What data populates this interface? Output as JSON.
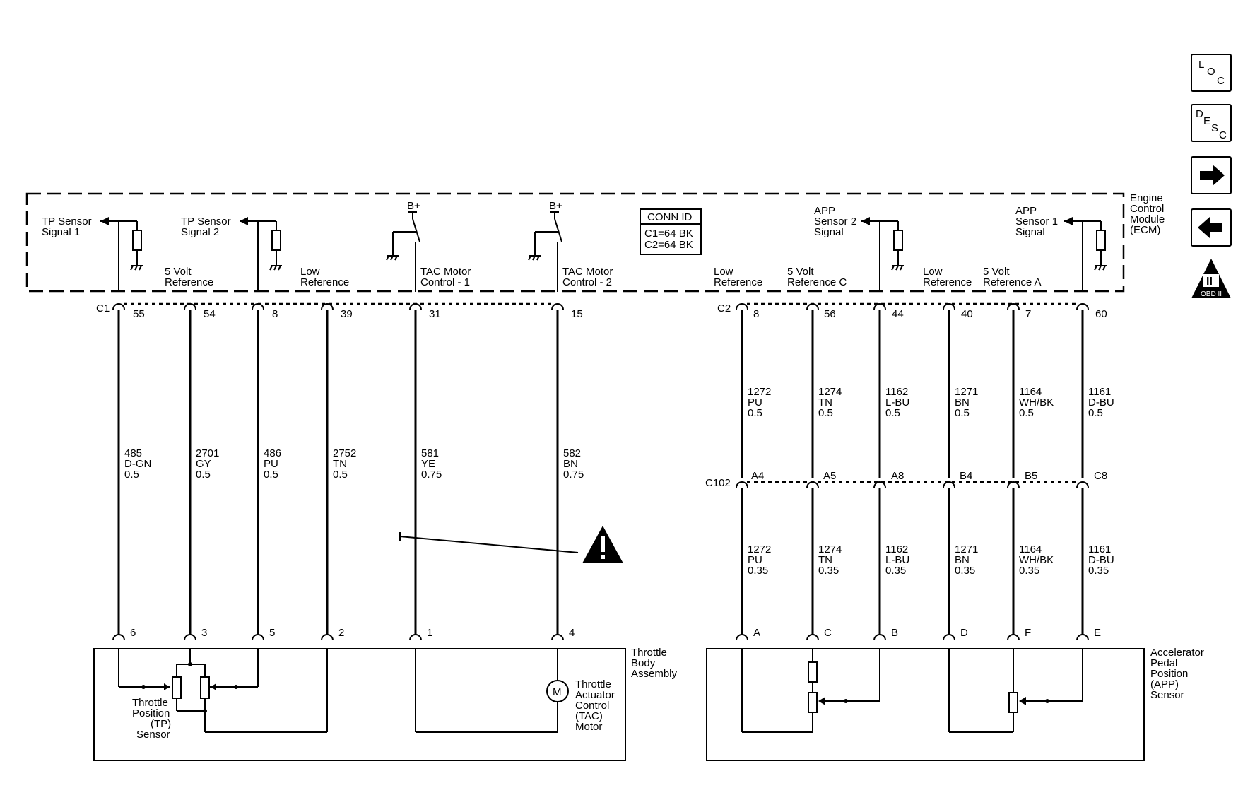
{
  "nav": {
    "loc": [
      "L",
      "O",
      "C"
    ],
    "desc": [
      "D",
      "E",
      "S",
      "C"
    ],
    "obd": {
      "roman": "II",
      "label": "OBD II"
    }
  },
  "ecm": {
    "label": [
      "Engine",
      "Control",
      "Module",
      "(ECM)"
    ]
  },
  "conn_id": {
    "title": "CONN ID",
    "lines": [
      "C1=64 BK",
      "C2=64 BK"
    ]
  },
  "supply": "B+",
  "connectors": {
    "c1": "C1",
    "c2": "C2",
    "c102": "C102"
  },
  "left_circuits": [
    {
      "ecm_label": [
        "TP Sensor",
        "Signal 1"
      ],
      "ecm_pin": "55",
      "wire": [
        "485",
        "D-GN",
        "0.5"
      ],
      "comp_pin": "6"
    },
    {
      "ecm_label": [
        "5 Volt",
        "Reference"
      ],
      "ecm_pin": "54",
      "wire": [
        "2701",
        "GY",
        "0.5"
      ],
      "comp_pin": "3"
    },
    {
      "ecm_label": [
        "TP Sensor",
        "Signal 2"
      ],
      "ecm_pin": "8",
      "wire": [
        "486",
        "PU",
        "0.5"
      ],
      "comp_pin": "5"
    },
    {
      "ecm_label": [
        "Low",
        "Reference"
      ],
      "ecm_pin": "39",
      "wire": [
        "2752",
        "TN",
        "0.5"
      ],
      "comp_pin": "2"
    },
    {
      "ecm_label": [
        "TAC Motor",
        "Control - 1"
      ],
      "ecm_pin": "31",
      "wire": [
        "581",
        "YE",
        "0.75"
      ],
      "comp_pin": "1"
    },
    {
      "ecm_label": [
        "TAC Motor",
        "Control - 2"
      ],
      "ecm_pin": "15",
      "wire": [
        "582",
        "BN",
        "0.75"
      ],
      "comp_pin": "4"
    }
  ],
  "right_circuits": [
    {
      "ecm_label": [
        "Low",
        "Reference"
      ],
      "ecm_pin": "8",
      "wire_upper": [
        "1272",
        "PU",
        "0.5"
      ],
      "c102_pin": "A4",
      "wire_lower": [
        "1272",
        "PU",
        "0.35"
      ],
      "comp_pin": "A"
    },
    {
      "ecm_label": [
        "5 Volt",
        "Reference C"
      ],
      "ecm_pin": "56",
      "wire_upper": [
        "1274",
        "TN",
        "0.5"
      ],
      "c102_pin": "A5",
      "wire_lower": [
        "1274",
        "TN",
        "0.35"
      ],
      "comp_pin": "C"
    },
    {
      "ecm_label": [
        "APP",
        "Sensor 2",
        "Signal"
      ],
      "ecm_pin": "44",
      "wire_upper": [
        "1162",
        "L-BU",
        "0.5"
      ],
      "c102_pin": "A8",
      "wire_lower": [
        "1162",
        "L-BU",
        "0.35"
      ],
      "comp_pin": "B"
    },
    {
      "ecm_label": [
        "Low",
        "Reference"
      ],
      "ecm_pin": "40",
      "wire_upper": [
        "1271",
        "BN",
        "0.5"
      ],
      "c102_pin": "B4",
      "wire_lower": [
        "1271",
        "BN",
        "0.35"
      ],
      "comp_pin": "D"
    },
    {
      "ecm_label": [
        "5 Volt",
        "Reference A"
      ],
      "ecm_pin": "7",
      "wire_upper": [
        "1164",
        "WH/BK",
        "0.5"
      ],
      "c102_pin": "B5",
      "wire_lower": [
        "1164",
        "WH/BK",
        "0.35"
      ],
      "comp_pin": "F"
    },
    {
      "ecm_label": [
        "APP",
        "Sensor 1",
        "Signal"
      ],
      "ecm_pin": "60",
      "wire_upper": [
        "1161",
        "D-BU",
        "0.5"
      ],
      "c102_pin": "C8",
      "wire_lower": [
        "1161",
        "D-BU",
        "0.35"
      ],
      "comp_pin": "E"
    }
  ],
  "throttle_body": {
    "label": [
      "Throttle",
      "Body",
      "Assembly"
    ],
    "tp_label": [
      "Throttle",
      "Position",
      "(TP)",
      "Sensor"
    ],
    "tac_label": [
      "Throttle",
      "Actuator",
      "Control",
      "(TAC)",
      "Motor"
    ],
    "motor_symbol": "M"
  },
  "app_sensor": {
    "label": [
      "Accelerator",
      "Pedal",
      "Position",
      "(APP)",
      "Sensor"
    ]
  },
  "colors": {
    "ink": "#000000",
    "paper": "#ffffff"
  }
}
